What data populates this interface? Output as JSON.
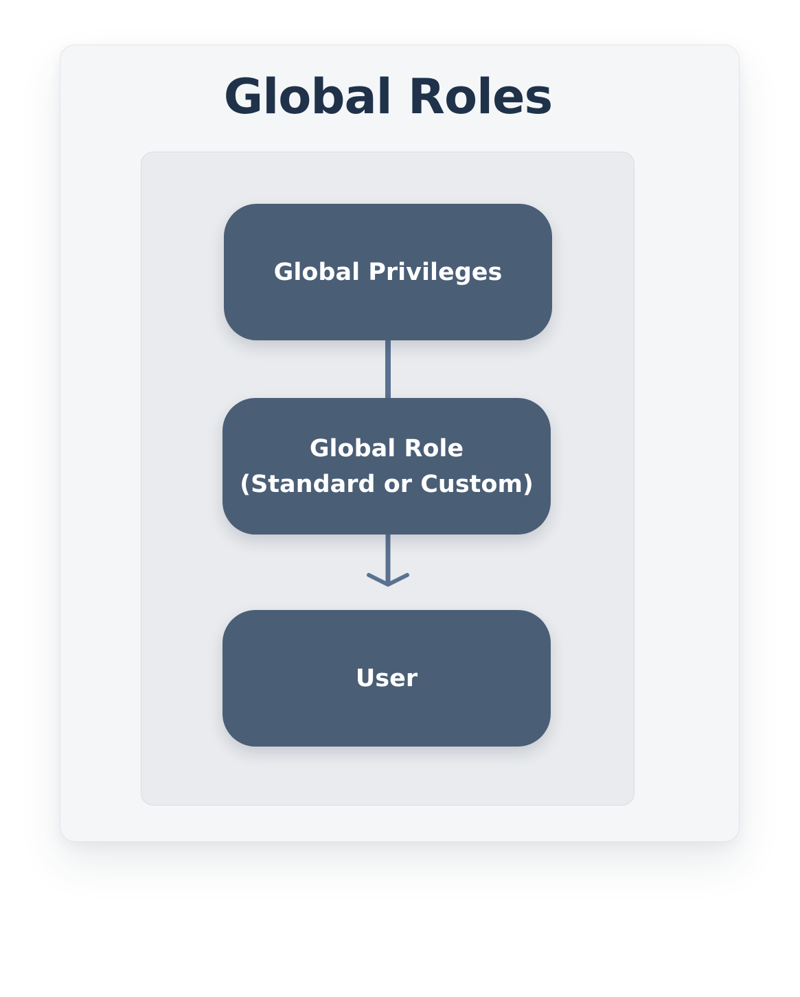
{
  "diagram": {
    "title": "Global Roles",
    "nodes": [
      {
        "line1": "Global Privileges",
        "line2": ""
      },
      {
        "line1": "Global Role",
        "line2": "(Standard or Custom)"
      },
      {
        "line1": "User",
        "line2": ""
      }
    ],
    "colors": {
      "title": "#1f3249",
      "node_fill": "#4a5e76",
      "connector": "#5a7190",
      "outer_panel": "#f4f6f8",
      "inner_panel": "#e9ebee"
    }
  }
}
